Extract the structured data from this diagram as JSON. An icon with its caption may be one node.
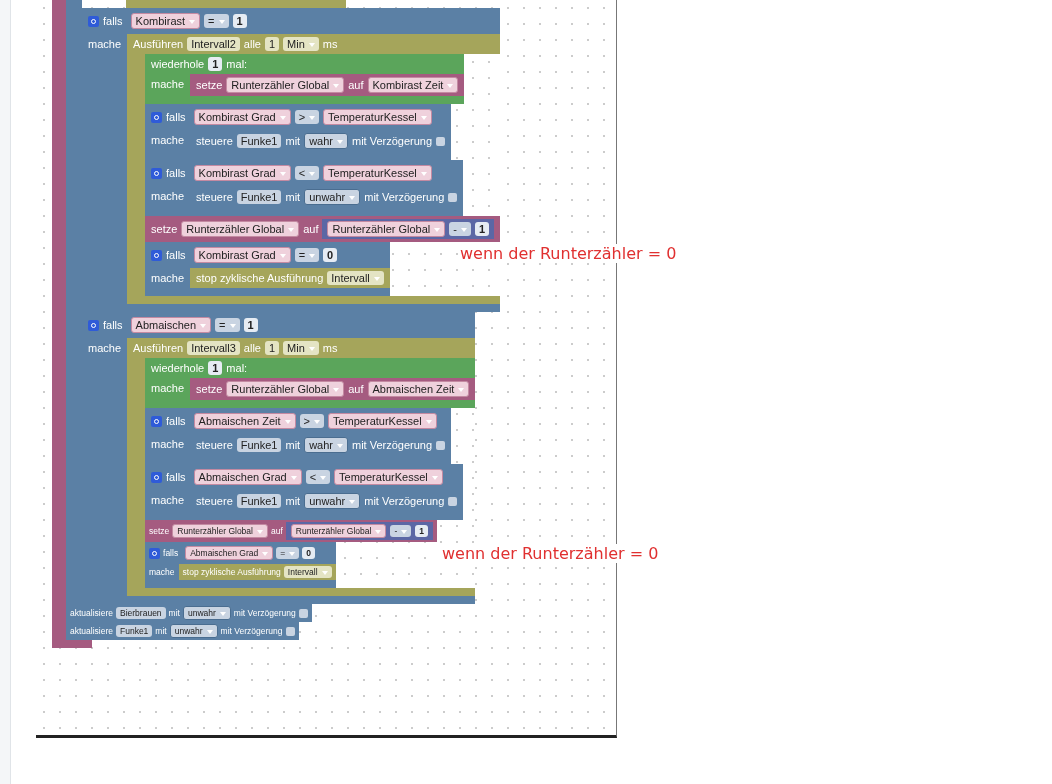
{
  "diagram": {
    "nodes": [
      {
        "text": [
          "falls",
          "mache"
        ]
      },
      {
        "text": [
          "Kombirast",
          "=",
          "1"
        ],
        "in": 0
      },
      {
        "text": [
          "Ausführen",
          "Intervall2",
          "alle",
          "1",
          "Min",
          "ms"
        ],
        "in": 0
      },
      {
        "text": [
          "wiederhole",
          "1",
          "mal:",
          "mache"
        ],
        "in": 2
      },
      {
        "text": [
          "setze",
          "Runterzähler Global",
          "auf",
          "Kombirast Zeit"
        ],
        "in": 3
      },
      {
        "text": [
          "falls",
          "mache"
        ],
        "in": 2
      },
      {
        "text": [
          "Kombirast Grad",
          ">",
          "TemperaturKessel"
        ],
        "in": 5
      },
      {
        "text": [
          "steuere",
          "Funke1",
          "mit",
          "wahr",
          "mit Verzögerung"
        ],
        "in": 5
      },
      {
        "text": [
          "falls",
          "mache"
        ],
        "in": 2
      },
      {
        "text": [
          "Kombirast Grad",
          "<",
          "TemperaturKessel"
        ],
        "in": 8
      },
      {
        "text": [
          "steuere",
          "Funke1",
          "mit",
          "unwahr",
          "mit Verzögerung"
        ],
        "in": 8
      },
      {
        "text": [
          "setze",
          "Runterzähler Global",
          "auf",
          "Runterzähler Global",
          "-",
          "1"
        ],
        "in": 2
      },
      {
        "text": [
          "falls",
          "mache"
        ],
        "in": 2
      },
      {
        "text": [
          "Kombirast Grad",
          "=",
          "0"
        ],
        "in": 12
      },
      {
        "text": [
          "stop zyklische Ausführung",
          "Intervall"
        ],
        "in": 12
      },
      {
        "text": [
          "falls",
          "mache"
        ]
      },
      {
        "text": [
          "Abmaischen",
          "=",
          "1"
        ],
        "in": 15
      },
      {
        "text": [
          "Ausführen",
          "Intervall3",
          "alle",
          "1",
          "Min",
          "ms"
        ],
        "in": 15
      },
      {
        "text": [
          "wiederhole",
          "1",
          "mal:",
          "mache"
        ],
        "in": 17
      },
      {
        "text": [
          "setze",
          "Runterzähler Global",
          "auf",
          "Abmaischen Zeit"
        ],
        "in": 18
      },
      {
        "text": [
          "falls",
          "mache"
        ],
        "in": 17
      },
      {
        "text": [
          "Abmaischen Zeit",
          ">",
          "TemperaturKessel"
        ],
        "in": 20
      },
      {
        "text": [
          "steuere",
          "Funke1",
          "mit",
          "wahr",
          "mit Verzögerung"
        ],
        "in": 20
      },
      {
        "text": [
          "falls",
          "mache"
        ],
        "in": 17
      },
      {
        "text": [
          "Abmaischen Grad",
          "<",
          "TemperaturKessel"
        ],
        "in": 23
      },
      {
        "text": [
          "steuere",
          "Funke1",
          "mit",
          "unwahr",
          "mit Verzögerung"
        ],
        "in": 23
      },
      {
        "text": [
          "setze",
          "Runterzähler Global",
          "auf",
          "Runterzähler Global",
          "-",
          "1"
        ],
        "in": 17
      },
      {
        "text": [
          "falls",
          "mache"
        ],
        "in": 17
      },
      {
        "text": [
          "Abmaischen Grad",
          "=",
          "0"
        ],
        "in": 27
      },
      {
        "text": [
          "stop zyklische Ausführung",
          "Intervall"
        ],
        "in": 27
      },
      {
        "text": [
          "aktualisiere",
          "Bierbrauen",
          "mit",
          "unwahr",
          "mit Verzögerung"
        ]
      },
      {
        "text": [
          "aktualisiere",
          "Funke1",
          "mit",
          "unwahr",
          "mit Verzögerung"
        ]
      }
    ],
    "labels": [
      "wenn der Runterzähler = 0",
      "wenn der Runterzähler = 0"
    ]
  }
}
